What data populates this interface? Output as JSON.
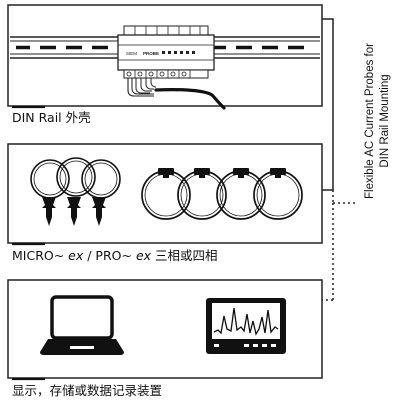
{
  "panels": {
    "din_rail": {
      "caption": "DIN Rail 外壳"
    },
    "probes": {
      "caption_part1": "MICRO~ ",
      "caption_part2": "ex",
      "caption_part3": " / PRO~ ",
      "caption_part4": "ex",
      "caption_part5": " 三相或四相"
    },
    "display": {
      "caption": "显示，存储或数据记录装置"
    }
  },
  "side_label": {
    "line1": "Flexible AC Current Probes for",
    "line2": "DIN Rail Mounting"
  },
  "device_text": {
    "brand_left": "SIEM",
    "brand_right": "PROBE"
  },
  "colors": {
    "ink": "#111111",
    "bracket": "#222222",
    "background": "#ffffff"
  }
}
